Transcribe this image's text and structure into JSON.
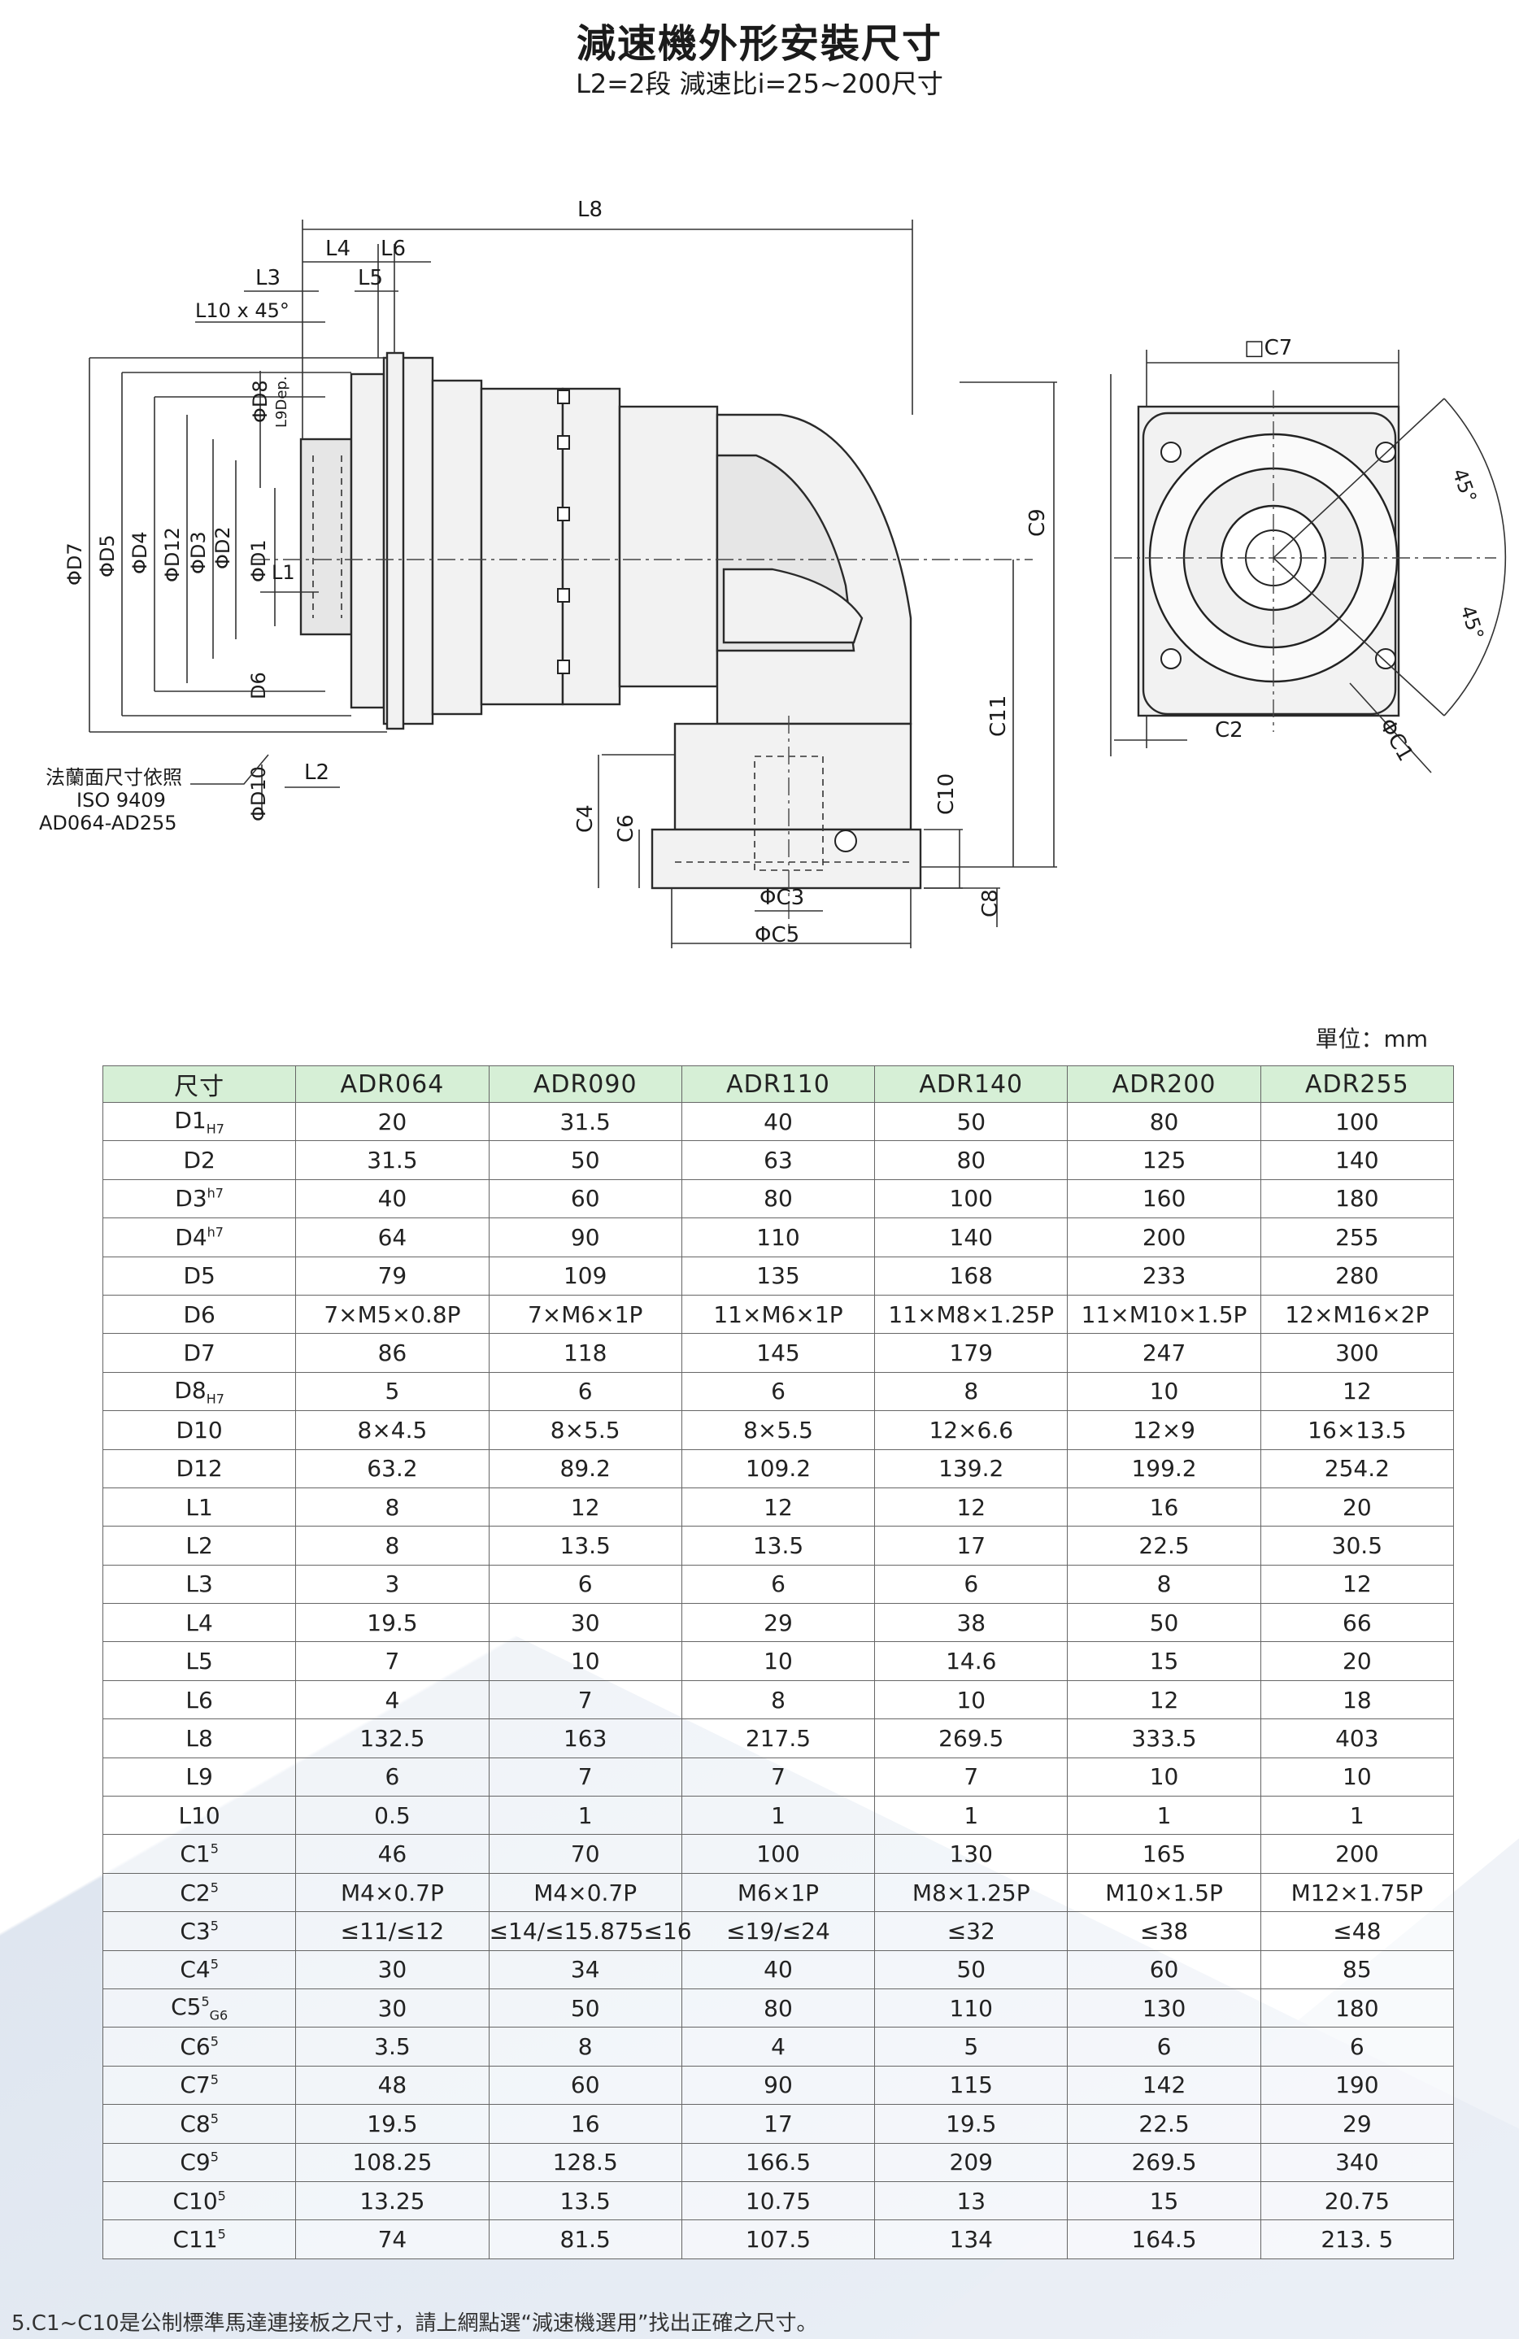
{
  "header": {
    "title": "減速機外形安裝尺寸",
    "subtitle": "L2=2段 減速比i=25~200尺寸"
  },
  "drawing_labels": {
    "l8": "L8",
    "l4": "L4",
    "l6": "L6",
    "l3": "L3",
    "l5": "L5",
    "l10": "L10 x 45°",
    "d8": "ΦD8",
    "l9": "L9Dep.",
    "d7": "ΦD7",
    "d5": "ΦD5",
    "d4": "ΦD4",
    "d12": "ΦD12",
    "d3": "ΦD3",
    "d2": "ΦD2",
    "d1": "ΦD1",
    "l1": "L1",
    "d6": "D6",
    "d10": "ΦD10",
    "l2": "L2",
    "c9": "C9",
    "c11": "C11",
    "c10": "C10",
    "c4": "C4",
    "c6": "C6",
    "c3": "ΦC3",
    "c5": "ΦC5",
    "c8": "C8",
    "c7": "□C7",
    "c2": "C2",
    "c1": "ΦC1",
    "angle1": "45°",
    "angle2": "45°",
    "flange_note_1": "法蘭面尺寸依照",
    "flange_note_2": "ISO 9409",
    "flange_note_3": "AD064-AD255"
  },
  "unit": "單位：mm",
  "table": {
    "header": [
      "尺寸",
      "ADR064",
      "ADR090",
      "ADR110",
      "ADR140",
      "ADR200",
      "ADR255"
    ],
    "rows": [
      {
        "name": "D1",
        "sub": "H7",
        "sup": "",
        "values": [
          "20",
          "31.5",
          "40",
          "50",
          "80",
          "100"
        ]
      },
      {
        "name": "D2",
        "sub": "",
        "sup": "",
        "values": [
          "31.5",
          "50",
          "63",
          "80",
          "125",
          "140"
        ]
      },
      {
        "name": "D3",
        "sub": "",
        "sup": "h7",
        "values": [
          "40",
          "60",
          "80",
          "100",
          "160",
          "180"
        ]
      },
      {
        "name": "D4",
        "sub": "",
        "sup": "h7",
        "values": [
          "64",
          "90",
          "110",
          "140",
          "200",
          "255"
        ]
      },
      {
        "name": "D5",
        "sub": "",
        "sup": "",
        "values": [
          "79",
          "109",
          "135",
          "168",
          "233",
          "280"
        ]
      },
      {
        "name": "D6",
        "sub": "",
        "sup": "",
        "values": [
          "7×M5×0.8P",
          "7×M6×1P",
          "11×M6×1P",
          "11×M8×1.25P",
          "11×M10×1.5P",
          "12×M16×2P"
        ]
      },
      {
        "name": "D7",
        "sub": "",
        "sup": "",
        "values": [
          "86",
          "118",
          "145",
          "179",
          "247",
          "300"
        ]
      },
      {
        "name": "D8",
        "sub": "H7",
        "sup": "",
        "values": [
          "5",
          "6",
          "6",
          "8",
          "10",
          "12"
        ]
      },
      {
        "name": "D10",
        "sub": "",
        "sup": "",
        "values": [
          "8×4.5",
          "8×5.5",
          "8×5.5",
          "12×6.6",
          "12×9",
          "16×13.5"
        ]
      },
      {
        "name": "D12",
        "sub": "",
        "sup": "",
        "values": [
          "63.2",
          "89.2",
          "109.2",
          "139.2",
          "199.2",
          "254.2"
        ]
      },
      {
        "name": "L1",
        "sub": "",
        "sup": "",
        "values": [
          "8",
          "12",
          "12",
          "12",
          "16",
          "20"
        ]
      },
      {
        "name": "L2",
        "sub": "",
        "sup": "",
        "values": [
          "8",
          "13.5",
          "13.5",
          "17",
          "22.5",
          "30.5"
        ]
      },
      {
        "name": "L3",
        "sub": "",
        "sup": "",
        "values": [
          "3",
          "6",
          "6",
          "6",
          "8",
          "12"
        ]
      },
      {
        "name": "L4",
        "sub": "",
        "sup": "",
        "values": [
          "19.5",
          "30",
          "29",
          "38",
          "50",
          "66"
        ]
      },
      {
        "name": "L5",
        "sub": "",
        "sup": "",
        "values": [
          "7",
          "10",
          "10",
          "14.6",
          "15",
          "20"
        ]
      },
      {
        "name": "L6",
        "sub": "",
        "sup": "",
        "values": [
          "4",
          "7",
          "8",
          "10",
          "12",
          "18"
        ]
      },
      {
        "name": "L8",
        "sub": "",
        "sup": "",
        "values": [
          "132.5",
          "163",
          "217.5",
          "269.5",
          "333.5",
          "403"
        ]
      },
      {
        "name": "L9",
        "sub": "",
        "sup": "",
        "values": [
          "6",
          "7",
          "7",
          "7",
          "10",
          "10"
        ]
      },
      {
        "name": "L10",
        "sub": "",
        "sup": "",
        "values": [
          "0.5",
          "1",
          "1",
          "1",
          "1",
          "1"
        ]
      },
      {
        "name": "C1",
        "sub": "",
        "sup": "5",
        "values": [
          "46",
          "70",
          "100",
          "130",
          "165",
          "200"
        ]
      },
      {
        "name": "C2",
        "sub": "",
        "sup": "5",
        "values": [
          "M4×0.7P",
          "M4×0.7P",
          "M6×1P",
          "M8×1.25P",
          "M10×1.5P",
          "M12×1.75P"
        ]
      },
      {
        "name": "C3",
        "sub": "",
        "sup": "5",
        "values": [
          "≤11/≤12",
          "≤14/≤15.875≤16",
          "≤19/≤24",
          "≤32",
          "≤38",
          "≤48"
        ]
      },
      {
        "name": "C4",
        "sub": "",
        "sup": "5",
        "values": [
          "30",
          "34",
          "40",
          "50",
          "60",
          "85"
        ]
      },
      {
        "name": "C5",
        "sub": "G6",
        "sup": "5",
        "values": [
          "30",
          "50",
          "80",
          "110",
          "130",
          "180"
        ]
      },
      {
        "name": "C6",
        "sub": "",
        "sup": "5",
        "values": [
          "3.5",
          "8",
          "4",
          "5",
          "6",
          "6"
        ]
      },
      {
        "name": "C7",
        "sub": "",
        "sup": "5",
        "values": [
          "48",
          "60",
          "90",
          "115",
          "142",
          "190"
        ]
      },
      {
        "name": "C8",
        "sub": "",
        "sup": "5",
        "values": [
          "19.5",
          "16",
          "17",
          "19.5",
          "22.5",
          "29"
        ]
      },
      {
        "name": "C9",
        "sub": "",
        "sup": "5",
        "values": [
          "108.25",
          "128.5",
          "166.5",
          "209",
          "269.5",
          "340"
        ]
      },
      {
        "name": "C10",
        "sub": "",
        "sup": "5",
        "values": [
          "13.25",
          "13.5",
          "10.75",
          "13",
          "15",
          "20.75"
        ]
      },
      {
        "name": "C11",
        "sub": "",
        "sup": "5",
        "values": [
          "74",
          "81.5",
          "107.5",
          "134",
          "164.5",
          "213. 5"
        ]
      }
    ]
  },
  "footnote": "5.C1~C10是公制標準馬達連接板之尺寸，請上網點選“減速機選用”找出正確之尺寸。"
}
